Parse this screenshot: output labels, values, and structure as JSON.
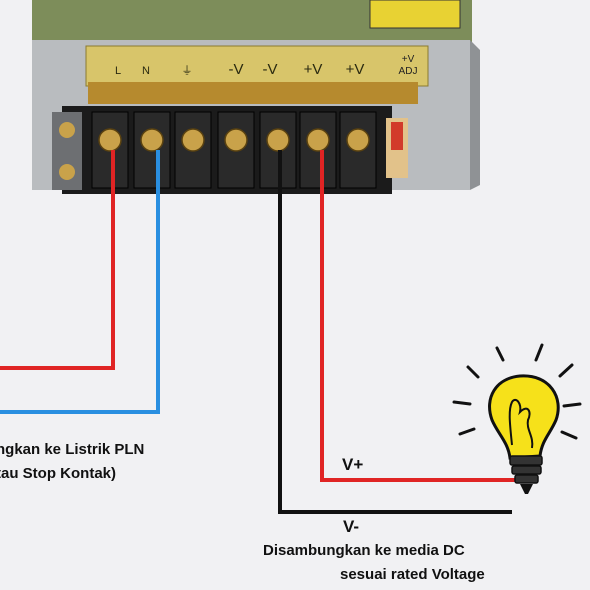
{
  "power_supply": {
    "terminal_labels": [
      "L",
      "N",
      "⏚",
      "-V",
      "-V",
      "+V",
      "+V"
    ],
    "adj_label": "+V\nADJ",
    "colors": {
      "body": "#b9bcbf",
      "label_strip": "#d8c56a",
      "terminal_block": "#1b1b1b",
      "screw": "#c9a24a",
      "adj_knob": "#d23a2a"
    }
  },
  "wires": {
    "colors": {
      "live": "#e02424",
      "neutral": "#2a8fe0",
      "negative": "#111111",
      "positive": "#e02424"
    }
  },
  "labels": {
    "mains_line1": "ngkan ke Listrik PLN",
    "mains_line2": "tau Stop Kontak)",
    "v_plus": "V+",
    "v_minus": "V-",
    "dc_line1": "Disambungkan ke  media DC",
    "dc_line2": "sesuai rated Voltage"
  },
  "bulb": {
    "icon": "light-bulb-icon",
    "color": "#f6e11a"
  }
}
